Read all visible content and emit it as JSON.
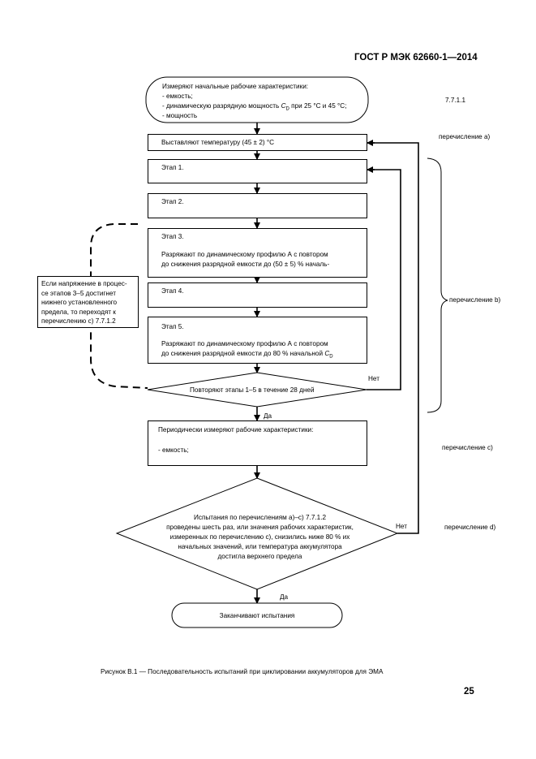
{
  "header": {
    "standard": "ГОСТ Р МЭК 62660-1—2014"
  },
  "start": {
    "title": "Измеряют начальные рабочие характеристики:",
    "item1": "- емкость;",
    "item2_a": "- динамическую разрядную мощность ",
    "item2_sym": "C",
    "item2_sub": "D",
    "item2_b": " при 25 °С и 45 °С;",
    "item3": "- мощность"
  },
  "step_temp": "Выставляют температуру (45 ± 2) °С",
  "stage1": "Этап 1.",
  "stage2": "Этап 2.",
  "stage3": {
    "title": "Этап 3.",
    "line1": "Разряжают по динамическому профилю А с повтором",
    "line2": "до снижения разрядной емкости до (50 ± 5) % началь-"
  },
  "stage4": "Этап 4.",
  "stage5": {
    "title": "Этап 5.",
    "line1": "Разряжают по динамическому профилю А с повтором",
    "line2_a": "до снижения разрядной емкости до 80 % начальной ",
    "line2_sym": "C",
    "line2_sub": "D"
  },
  "voltage_note": [
    "Если напряжение в процес-",
    "се этапов 3–5 достигнет",
    "нижнего установленного",
    "предела, то переходят к",
    "перечислению с) 7.7.1.2"
  ],
  "decision1": "Повторяют этапы 1–5 в течение 28 дней",
  "periodic": {
    "title": "Периодически измеряют рабочие характеристики:",
    "item": "- емкость;"
  },
  "decision2": [
    "Испытания по перечислениям а)–с) 7.7.1.2",
    "проведены шесть раз, или значения рабочих характеристик,",
    "измеренных по перечислению с), снизились ниже 80 % их",
    "начальных значений, или температура аккумулятора",
    "достигла верхнего предела"
  ],
  "end": "Заканчивают испытания",
  "labels": {
    "ref_7711": "7.7.1.1",
    "enum_a": "перечисление а)",
    "enum_b": "перечисление b)",
    "enum_c": "перечисление с)",
    "enum_d": "перечисление d)",
    "no1": "Нет",
    "yes1": "Да",
    "no2": "Нет",
    "yes2": "Да"
  },
  "caption": "Рисунок В.1 — Последовательность испытаний при циклировании аккумуляторов для ЭМА",
  "page_number": "25"
}
